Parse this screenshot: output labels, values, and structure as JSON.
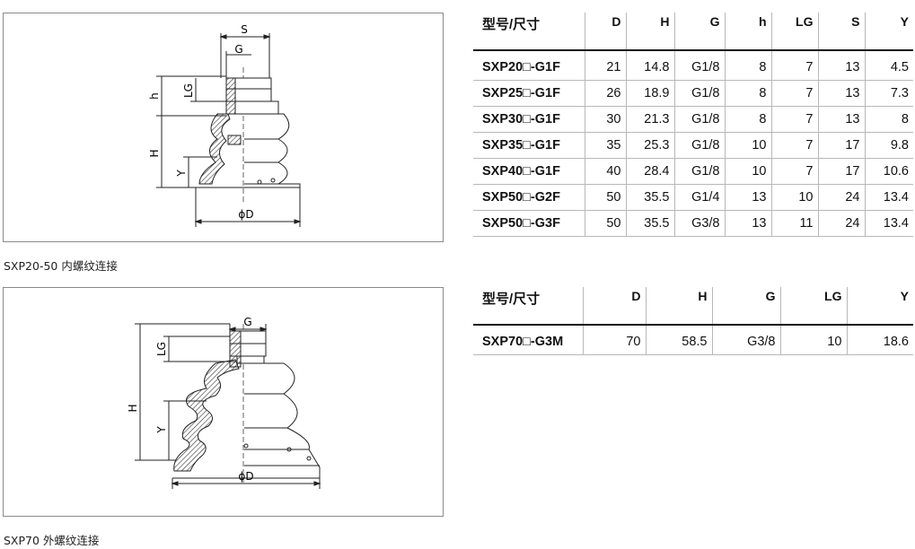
{
  "figure1": {
    "caption": "SXP20-50 内螺纹连接",
    "labels": {
      "s": "S",
      "g": "G",
      "h": "h",
      "lg": "LG",
      "H": "H",
      "y": "Y",
      "d": "ϕD"
    }
  },
  "figure2": {
    "caption": "SXP70 外螺纹连接",
    "labels": {
      "g": "G",
      "lg": "LG",
      "H": "H",
      "y": "Y",
      "d": "ϕD"
    }
  },
  "table1": {
    "headers": [
      "型号/尺寸",
      "D",
      "H",
      "G",
      "h",
      "LG",
      "S",
      "Y"
    ],
    "rows": [
      [
        "SXP20□-G1F",
        "21",
        "14.8",
        "G1/8",
        "8",
        "7",
        "13",
        "4.5"
      ],
      [
        "SXP25□-G1F",
        "26",
        "18.9",
        "G1/8",
        "8",
        "7",
        "13",
        "7.3"
      ],
      [
        "SXP30□-G1F",
        "30",
        "21.3",
        "G1/8",
        "8",
        "7",
        "13",
        "8"
      ],
      [
        "SXP35□-G1F",
        "35",
        "25.3",
        "G1/8",
        "10",
        "7",
        "17",
        "9.8"
      ],
      [
        "SXP40□-G1F",
        "40",
        "28.4",
        "G1/8",
        "10",
        "7",
        "17",
        "10.6"
      ],
      [
        "SXP50□-G2F",
        "50",
        "35.5",
        "G1/4",
        "13",
        "10",
        "24",
        "13.4"
      ],
      [
        "SXP50□-G3F",
        "50",
        "35.5",
        "G3/8",
        "13",
        "11",
        "24",
        "13.4"
      ]
    ]
  },
  "table2": {
    "headers": [
      "型号/尺寸",
      "D",
      "H",
      "G",
      "LG",
      "Y"
    ],
    "rows": [
      [
        "SXP70□-G3M",
        "70",
        "58.5",
        "G3/8",
        "10",
        "18.6"
      ]
    ]
  }
}
